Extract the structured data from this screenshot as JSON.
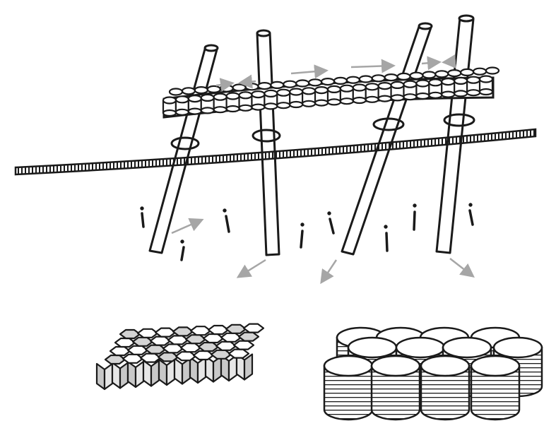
{
  "illustration": {
    "style": "black ink sketch on white",
    "colors": {
      "ink": "#1a1a1a",
      "arrow_gray": "#a6a6a6",
      "cell_shade": "#c8c8c8",
      "paper": "#ffffff"
    },
    "parts": [
      "pole-frame",
      "tube-band",
      "horizontal-rail",
      "ground-stakes",
      "flow-arrows",
      "hexagonal-cell-sample",
      "cylindrical-tube-sample"
    ]
  }
}
